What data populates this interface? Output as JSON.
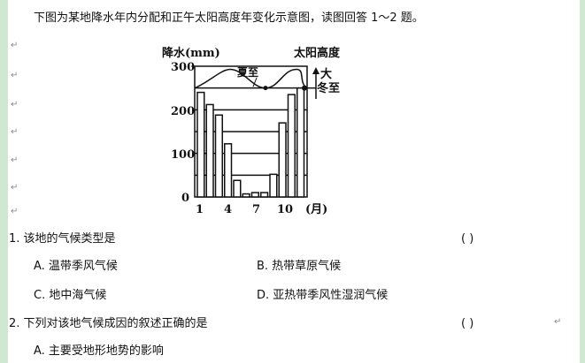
{
  "intro": "下图为某地降水年内分配和正午太阳高度年变化示意图，读图回答 1～2 题。",
  "questions": [
    {
      "stem": "1. 该地的气候类型是",
      "paren": "(      )",
      "options": [
        "A. 温带季风气候",
        "B. 热带草原气候",
        "C. 地中海气候",
        "D. 亚热带季风性湿润气候"
      ]
    },
    {
      "stem": "2. 下列对该地气候成因的叙述正确的是",
      "paren": "(      )",
      "options": [
        "A. 主要受地形地势的影响"
      ]
    }
  ],
  "chart_data": {
    "type": "bar",
    "ylabel": "降水(mm)",
    "y2label": "太阳高度",
    "xlabel": "(月)",
    "categories": [
      1,
      2,
      3,
      4,
      5,
      6,
      7,
      8,
      9,
      10,
      11,
      12
    ],
    "x_tick_labels": [
      "1",
      "4",
      "7",
      "10"
    ],
    "y_tick_labels": [
      "300",
      "200",
      "100",
      "0"
    ],
    "values": [
      240,
      212,
      188,
      122,
      38,
      7,
      10,
      10,
      52,
      170,
      235,
      250
    ],
    "ylim": [
      0,
      300
    ],
    "annotations": {
      "summer_solstice": "夏至",
      "winter_solstice": "冬至",
      "large": "大"
    }
  }
}
